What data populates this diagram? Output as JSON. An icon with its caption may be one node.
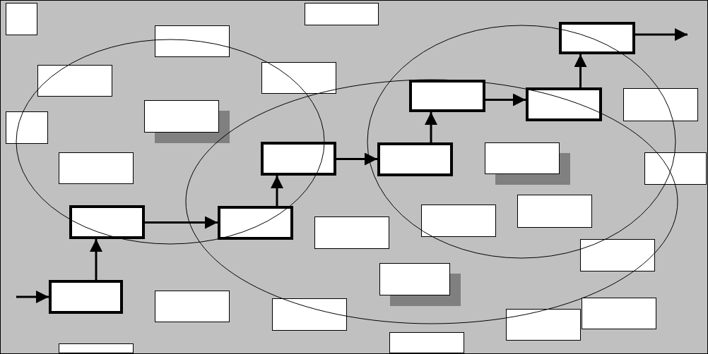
{
  "diagram": {
    "nodes": [
      {
        "text": [],
        "shape": "box"
      },
      {
        "text": [],
        "shape": "box"
      },
      {
        "text": [],
        "shape": "box"
      },
      {
        "text": [],
        "shape": "box"
      },
      {
        "text": [],
        "shape": "box"
      },
      {
        "text": [],
        "shape": "box"
      },
      {
        "text": [],
        "shape": "box"
      },
      {
        "text": [],
        "shape": "box"
      },
      {
        "text": [],
        "shape": "box"
      },
      {
        "text": [],
        "shape": "box"
      },
      {
        "text": [],
        "shape": "box"
      },
      {
        "text": [],
        "shape": "box"
      },
      {
        "text": [],
        "shape": "box"
      },
      {
        "text": [],
        "shape": "box"
      },
      {
        "text": [],
        "shape": "box"
      },
      {
        "text": [],
        "shape": "box"
      },
      {
        "text": [],
        "shape": "box"
      },
      {
        "text": [],
        "shape": "box"
      },
      {
        "text": [],
        "shape": "box"
      },
      {
        "text": [],
        "shape": "box"
      },
      {
        "text": [],
        "shape": "box"
      },
      {
        "text": [],
        "shape": "box"
      },
      {
        "text": [],
        "shape": "box"
      },
      {
        "text": [],
        "shape": "box"
      },
      {
        "text": [],
        "shape": "box"
      },
      {
        "text": [],
        "shape": "box"
      },
      {
        "text": [],
        "shape": "box"
      },
      {
        "text": [],
        "shape": "box"
      },
      {
        "text": [],
        "shape": "box"
      },
      {
        "text": [],
        "shape": "box"
      }
    ],
    "edges": [
      {
        "from": null,
        "to": 23,
        "arrow": "to"
      },
      {
        "from": 23,
        "to": 18,
        "arrow": "to"
      },
      {
        "from": 18,
        "to": 19,
        "arrow": "to"
      },
      {
        "from": 19,
        "to": 11,
        "arrow": "to"
      },
      {
        "from": 11,
        "to": 12,
        "arrow": "to"
      },
      {
        "from": 12,
        "to": 6,
        "arrow": "to"
      },
      {
        "from": 6,
        "to": 7,
        "arrow": "to"
      },
      {
        "from": 7,
        "to": 2,
        "arrow": "to"
      },
      {
        "from": 2,
        "to": null,
        "arrow": "to"
      }
    ]
  }
}
